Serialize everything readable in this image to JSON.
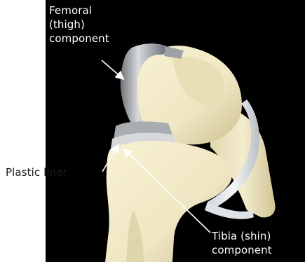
{
  "image": {
    "subject": "Total knee replacement implant on bone model",
    "background_color": "#000000"
  },
  "labels": {
    "femoral": [
      "Femoral",
      "(thigh)",
      "component"
    ],
    "tibia": [
      "Tibia (shin)",
      "component"
    ],
    "liner": "Plastic liner"
  },
  "colors": {
    "bone": "#efe7c3",
    "bone_shadow": "#d6c89b",
    "metal": "#c9cbcd",
    "metal_dark": "#8d9095",
    "ligament": "#e9ecf1",
    "label_light": "#ffffff",
    "label_dark": "#1a1a1a"
  }
}
